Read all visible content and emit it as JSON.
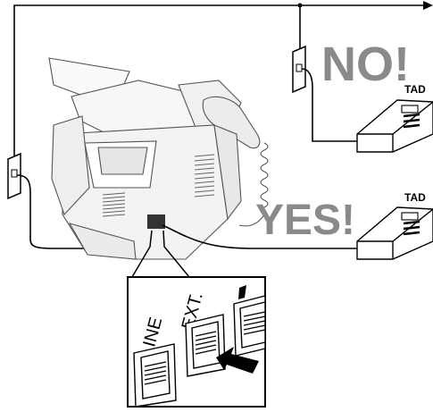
{
  "labels": {
    "wrong": "NO!",
    "right": "YES!",
    "tad_top": "TAD",
    "tad_bottom": "TAD",
    "port_line": "LINE",
    "port_ext": "EXT."
  },
  "colors": {
    "big_text": "#8a8a8a",
    "line": "#000000",
    "arrow": "#000000"
  },
  "icons": {
    "wall_jack": "wall-jack-icon",
    "answering_machine": "answering-machine-icon",
    "arrow": "pointer-arrow-icon"
  }
}
